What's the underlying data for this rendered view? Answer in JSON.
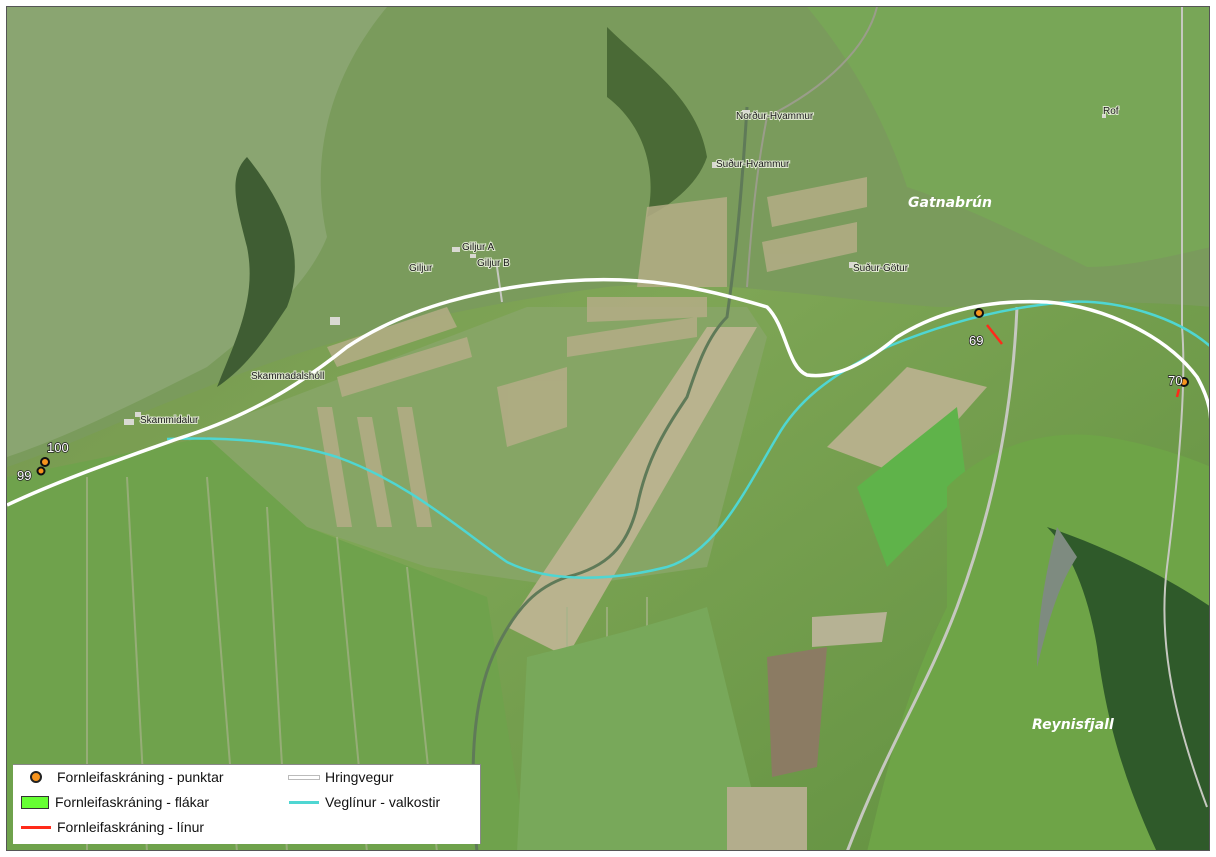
{
  "places": {
    "nordur_hvammur": "Norður-Hvammur",
    "sudur_hvammur": "Suður-Hvammur",
    "rof": "Rof",
    "giljur_a": "Giljur A",
    "giljur_b": "Giljur B",
    "giljur": "Giljur",
    "sudur_gotur": "Suður-Götur",
    "skammadalsholl": "Skammadalshóll",
    "skammidalur": "Skammidalur"
  },
  "regions": {
    "gatnabrun": "Gatnabrún",
    "reynisfjall": "Reynisfjall"
  },
  "sites": {
    "s69": "69",
    "s70": "70",
    "s99": "99",
    "s100": "100"
  },
  "legend": {
    "points": "Fornleifaskráning - punktar",
    "polygons": "Fornleifaskráning - flákar",
    "lines": "Fornleifaskráning - línur",
    "ringroad": "Hringvegur",
    "options": "Veglínur - valkostir"
  },
  "colors": {
    "point_fill": "#f7941d",
    "polygon_fill": "#66ff33",
    "line": "#ff2a1a",
    "ringroad": "#ffffff",
    "route_options": "#4fd6d2"
  }
}
